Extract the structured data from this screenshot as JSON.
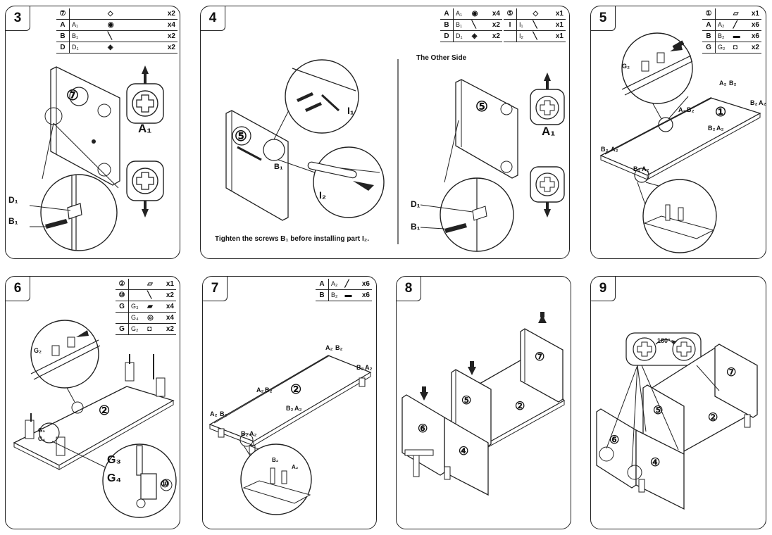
{
  "steps": [
    {
      "number": "3",
      "parts": [
        {
          "key": "⑦",
          "code": "",
          "qty": "x2"
        },
        {
          "key": "A",
          "code": "A₁",
          "qty": "x4"
        },
        {
          "key": "B",
          "code": "B₁",
          "qty": "x2"
        },
        {
          "key": "D",
          "code": "D₁",
          "qty": "x2"
        }
      ],
      "part_label": "⑦",
      "callout_labels": [
        "A₁",
        "D₁",
        "B₁"
      ]
    },
    {
      "number": "4",
      "parts": [
        {
          "key": "A",
          "code": "A₁",
          "qty": "x4"
        },
        {
          "key": "B",
          "code": "B₁",
          "qty": "x2"
        },
        {
          "key": "D",
          "code": "D₁",
          "qty": "x2"
        }
      ],
      "parts2": [
        {
          "key": "⑤",
          "code": "",
          "qty": "x1"
        },
        {
          "key": "I",
          "code": "I₁",
          "qty": "x1"
        },
        {
          "key": "",
          "code": "I₂",
          "qty": "x1"
        }
      ],
      "side_note": "The Other Side",
      "caption": "Tighten the screws B₁ before installing part I₂.",
      "part_label": "⑤",
      "callout_labels": [
        "B₁",
        "I₁",
        "I₂",
        "A₁",
        "D₁",
        "B₁"
      ]
    },
    {
      "number": "5",
      "parts": [
        {
          "key": "①",
          "code": "",
          "qty": "x1"
        },
        {
          "key": "A",
          "code": "A₂",
          "qty": "x6"
        },
        {
          "key": "B",
          "code": "B₂",
          "qty": "x6"
        },
        {
          "key": "G",
          "code": "G₂",
          "qty": "x2"
        }
      ],
      "part_label": "①",
      "callout_labels": [
        "G₂",
        "A₂",
        "B₂",
        "B₂",
        "A₂",
        "A₂",
        "B₂",
        "B₂",
        "A₂",
        "B₂",
        "A₂",
        "B₂",
        "A₂"
      ]
    },
    {
      "number": "6",
      "parts": [
        {
          "key": "②",
          "code": "",
          "qty": "x1"
        },
        {
          "key": "⑩",
          "code": "",
          "qty": "x2"
        },
        {
          "key": "G",
          "code": "G₃",
          "qty": "x4"
        },
        {
          "key": "",
          "code": "G₄",
          "qty": "x4"
        },
        {
          "key": "G",
          "code": "G₂",
          "qty": "x2"
        }
      ],
      "part_label": "②",
      "callout_labels": [
        "G₂",
        "G₃",
        "G₄",
        "G₃",
        "G₄",
        "⑩"
      ]
    },
    {
      "number": "7",
      "parts": [
        {
          "key": "A",
          "code": "A₂",
          "qty": "x6"
        },
        {
          "key": "B",
          "code": "B₂",
          "qty": "x6"
        }
      ],
      "part_label": "②",
      "callout_labels": [
        "A₂",
        "B₂",
        "B₂",
        "A₂",
        "A₂",
        "B₂",
        "B₂",
        "A₂",
        "A₂",
        "B₂",
        "B₂",
        "A₂",
        "B₂",
        "A₂"
      ]
    },
    {
      "number": "8",
      "part_labels": [
        "⑦",
        "⑤",
        "②",
        "⑥",
        "④"
      ]
    },
    {
      "number": "9",
      "rotation": "180°",
      "part_labels": [
        "⑦",
        "⑤",
        "②",
        "⑥",
        "④"
      ]
    }
  ]
}
